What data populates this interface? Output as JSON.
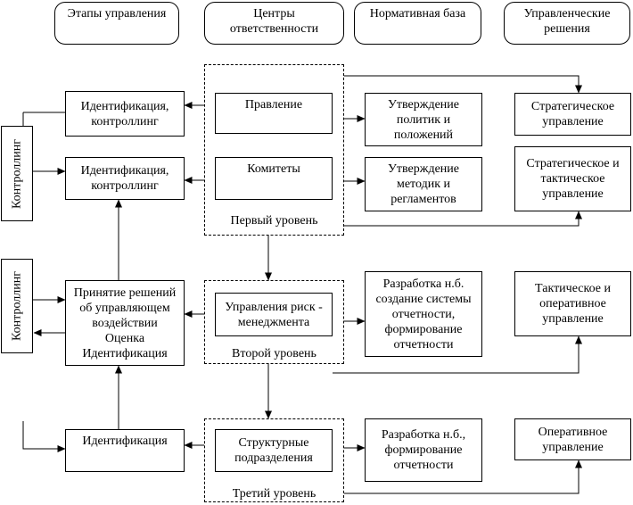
{
  "headers": {
    "stages": "Этапы управления",
    "centers": "Центры\nответственности",
    "normative": "Нормативная база",
    "decisions": "Управленческие\nрешения"
  },
  "stages": {
    "identification_control_1": "Идентификация,\nконтроллинг",
    "identification_control_2": "Идентификация,\nконтроллинг",
    "decision_making": "Принятие решений\nоб управляющем\nвоздействии\nОценка\nИдентификация",
    "identification": "Идентификация"
  },
  "centers": {
    "board": "Правление",
    "committees": "Комитеты",
    "risk_management": "Управления риск -\nменеджмента",
    "divisions": "Структурные\nподразделения"
  },
  "levels": {
    "first": "Первый уровень",
    "second": "Второй уровень",
    "third": "Третий уровень"
  },
  "normative": {
    "policies": "Утверждение\nполитик и\nположений",
    "methods": "Утверждение\nметодик и\nрегламентов",
    "reporting_system": "Разработка н.б.\nсоздание  системы\nотчетности,\nформирование\nотчетности",
    "reporting": "Разработка н.б.,\nформирование\nотчетности"
  },
  "decisions": {
    "strategic": "Стратегическое\nуправление",
    "strategic_tactical": "Стратегическое и\nтактическое\nуправление",
    "tactical_operational": "Тактическое и\nоперативное\nуправление",
    "operational": "Оперативное\nуправление"
  },
  "side": {
    "controlling_1": "Контроллинг",
    "controlling_2": "Контроллинг"
  }
}
